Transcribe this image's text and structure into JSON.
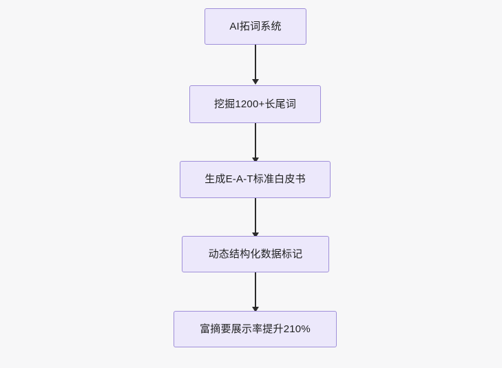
{
  "diagram": {
    "type": "flowchart",
    "direction": "top-to-bottom",
    "background_color": "#f7f7f8",
    "node_fill": "#ece8fb",
    "node_border": "#9f8fd9",
    "edge_color": "#2b2b2b",
    "nodes": [
      {
        "id": "n1",
        "label": "AI拓词系统"
      },
      {
        "id": "n2",
        "label": "挖掘1200+长尾词"
      },
      {
        "id": "n3",
        "label": "生成E-A-T标准白皮书"
      },
      {
        "id": "n4",
        "label": "动态结构化数据标记"
      },
      {
        "id": "n5",
        "label": "富摘要展示率提升210%"
      }
    ],
    "edges": [
      {
        "from": "n1",
        "to": "n2"
      },
      {
        "from": "n2",
        "to": "n3"
      },
      {
        "from": "n3",
        "to": "n4"
      },
      {
        "from": "n4",
        "to": "n5"
      }
    ]
  }
}
